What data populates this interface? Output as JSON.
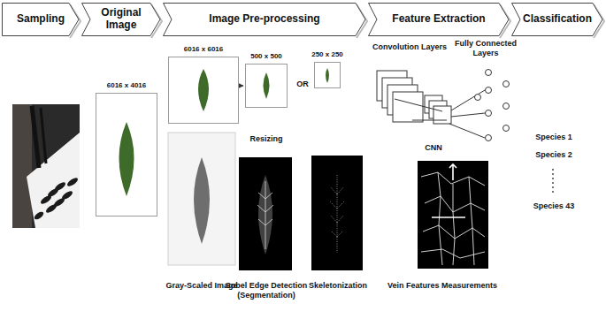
{
  "diagram": {
    "nodes": [
      {
        "text": [
          "Sampling"
        ]
      },
      {
        "text": [
          "Original Image"
        ]
      },
      {
        "text": [
          "Image Pre-processing"
        ]
      },
      {
        "text": [
          "Feature Extraction"
        ]
      },
      {
        "text": [
          "Classification"
        ]
      },
      {
        "text": [
          "6016 x 4016"
        ]
      },
      {
        "text": [
          "6016 x 6016"
        ]
      },
      {
        "text": [
          "500 x 500"
        ]
      },
      {
        "text": [
          "250 x 250"
        ]
      }
    ],
    "edges": [
      {
        "from": 6,
        "to": 7,
        "arrow": "to"
      }
    ],
    "labels": [
      "Resizing",
      "OR",
      "Gray-Scaled Image",
      "Sobel Edge Detection (Segmentation)",
      "Skeletonization",
      "Convolution Layers",
      "Fully Connected Layers",
      "CNN",
      "Vein Features Measurements",
      "Species 1",
      "Species 2",
      "Species 43"
    ]
  }
}
